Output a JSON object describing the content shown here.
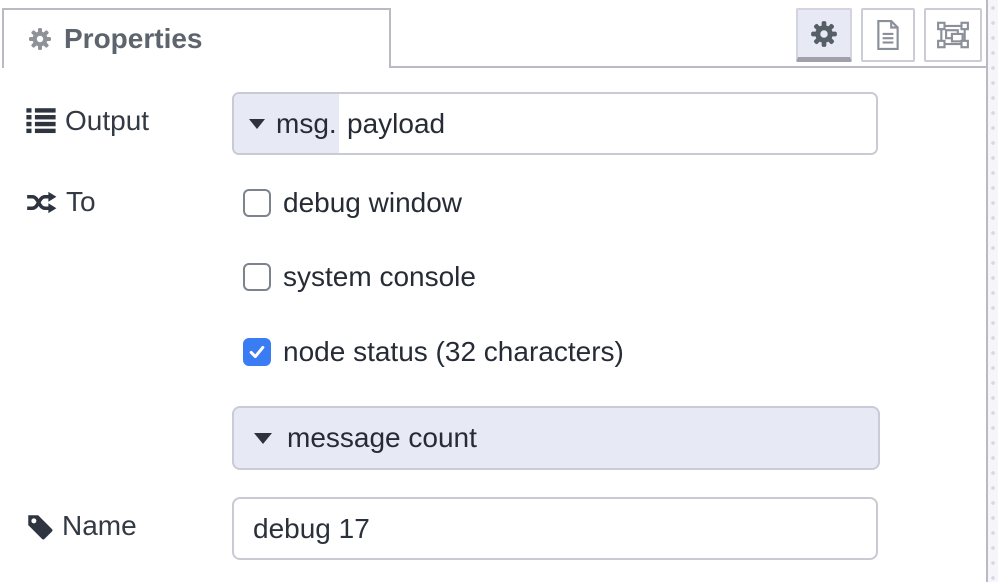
{
  "panel": {
    "title_tab": {
      "label": "Properties"
    },
    "toolbar": {
      "buttons": [
        {
          "icon": "gear",
          "active": true
        },
        {
          "icon": "document",
          "active": false
        },
        {
          "icon": "appearance",
          "active": false
        }
      ]
    }
  },
  "form": {
    "output": {
      "label": "Output",
      "typed_input": {
        "type_label": "msg.",
        "value": "payload"
      }
    },
    "to": {
      "label": "To",
      "checkboxes": [
        {
          "label": "debug window",
          "checked": false
        },
        {
          "label": "system console",
          "checked": false
        },
        {
          "label": "node status (32 characters)",
          "checked": true
        }
      ],
      "status_dropdown": {
        "value": "message count"
      }
    },
    "name": {
      "label": "Name",
      "value": "debug 17"
    }
  },
  "colors": {
    "checkbox_checked": "#3a7cf4",
    "typed_input_type_bg": "#e7e9f4",
    "border_gray": "#b9bac2",
    "title_text": "#5d646d"
  }
}
